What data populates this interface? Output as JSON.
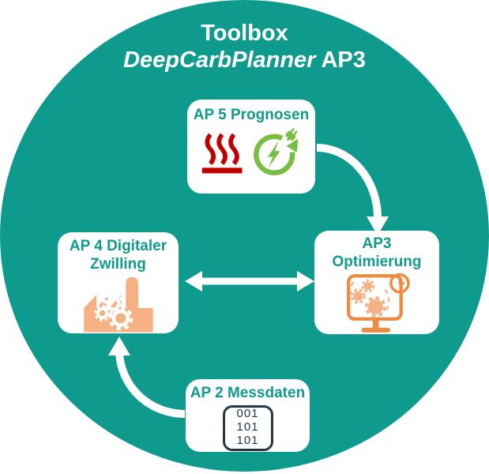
{
  "title": {
    "line1": "Toolbox",
    "line2_italic": "DeepCarbPlanner",
    "line2_plain": " AP3"
  },
  "nodes": {
    "ap5": {
      "label": "AP 5 Prognosen"
    },
    "ap4": {
      "lines": [
        "AP 4 Digitaler",
        "Zwilling"
      ]
    },
    "ap3": {
      "lines": [
        "AP3",
        "Optimierung"
      ]
    },
    "ap2": {
      "label": "AP 2 Messdaten",
      "binary": [
        "001",
        "101",
        "101"
      ]
    }
  },
  "colors": {
    "circle_teal": "#0E9A8C",
    "heading_teal": "#0E9A8C",
    "title_white": "#FFFFFF",
    "heat_red": "#C00000",
    "energy_green": "#77BE43",
    "outline_orange": "#EE8B3F",
    "fill_peach": "#F5B183",
    "binary_navy": "#233746",
    "arrow_white": "#FFFFFF",
    "box_white": "#FFFFFF"
  }
}
